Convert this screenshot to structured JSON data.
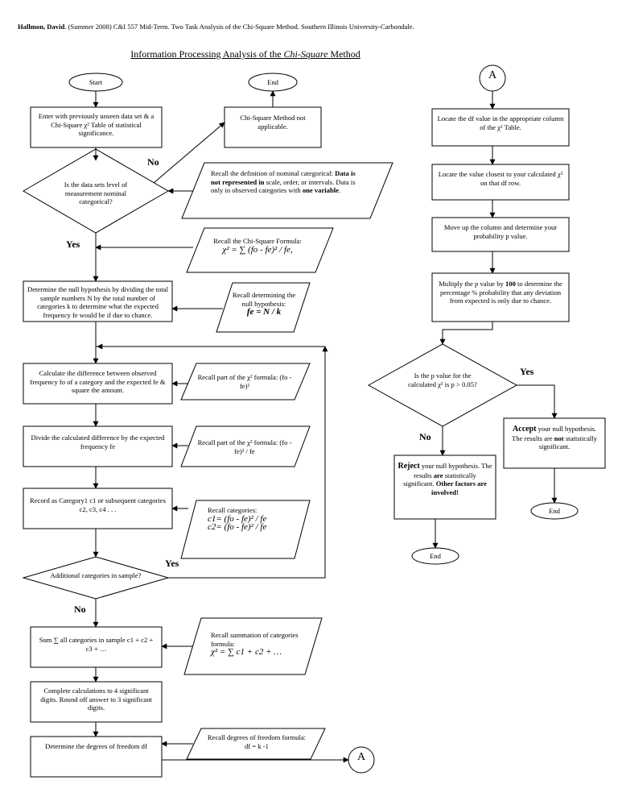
{
  "header": {
    "author": "Hallmon, David",
    "citation": "(Summer 2008) C&I 557 Mid-Term. Two Task Analysis of the Chi-Square Method. Southern Illinois University-Carbondale."
  },
  "title": {
    "prefix": "Information Processing Analysis of the ",
    "italic": "Chi-Square",
    "suffix": " Method"
  },
  "connectors": {
    "a_top": "A",
    "a_bottom": "A"
  },
  "terminals": {
    "start": "Start",
    "end_top": "End",
    "end_reject": "End",
    "end_accept": "End"
  },
  "labels": {
    "no_1": "No",
    "yes_1": "Yes",
    "yes_2": "Yes",
    "no_2": "No",
    "yes_3": "Yes",
    "no_3": "No"
  },
  "left": {
    "enter": "Enter with previously unseen data set & a Chi-Square χ² Table of statistical significance.",
    "not_applicable": "Chi-Square Method not applicable.",
    "decision_nominal": "Is the data sets level of measurement nominal categorical?",
    "recall_nominal_a": "Recall the definition of nominal categorical: ",
    "recall_nominal_b": "Data is not represented in",
    "recall_nominal_c": " scale, order, or intervals. Data is only in observed categories with ",
    "recall_nominal_d": "one variable",
    "recall_nominal_e": ".",
    "recall_formula": "Recall the Chi-Square Formula:",
    "recall_formula_math": "χ² = ∑ (fo - fe)² / fe,",
    "null_hyp": "Determine the null hypothesis by dividing the total sample numbers N by the total number of categories k to determine what the expected frequency fe would be if due to chance.",
    "recall_null": "Recall determining the null hypothesis:",
    "recall_null_math": "fe = N / k",
    "calc_diff": "Calculate the difference between observed frequency fo of a category and the expected fe & square the amount.",
    "recall_part1": "Recall part of the χ² formula: (fo - fe)²",
    "divide": "Divide the calculated difference by the expected frequency fe",
    "recall_part2": "Recall part of the χ² formula: (fo - fe)² / fe",
    "record": "Record as Category1 c1 or subsequent categories c2, c3, c4 . . .",
    "recall_categories": "Recall categories:",
    "recall_c1": "c1= (fo - fe)² / fe",
    "recall_c2": "c2= (fo - fe)² / fe",
    "decision_more": "Additional categories in sample?",
    "sum": "Sum ∑ all categories in sample c1 + c2 + c3 + …",
    "recall_sum": "Recall summation of categories formula:",
    "recall_sum_math": "χ² = ∑ c1 + c2 + …",
    "complete": "Complete calculations to 4 significant digits. Round off answer to 3 significant digits.",
    "dof": "Determine the degrees of freedom df",
    "recall_dof": "Recall degrees of freedom formula: df = k -1"
  },
  "right": {
    "locate_df": "Locate the df value in the appropriate column of the χ² Table.",
    "locate_closest": "Locate the value closest to your calculated χ² on that df row.",
    "move_up": "Move up the column and determine your probability p value.",
    "multiply_a": "Multiply the p value by ",
    "multiply_b": "100",
    "multiply_c": " to determine the percentage % probability that any deviation from expected is only due to chance.",
    "decision_p": "Is the p value for the calculated χ² is p > 0.05?",
    "accept_a": "Accept",
    "accept_b": " your null hypothesis. The results are ",
    "accept_c": "not",
    "accept_d": " statistically significant.",
    "reject_a": "Reject",
    "reject_b": " your null hypothesis. The results ",
    "reject_c": "are",
    "reject_d": " statistically significant. ",
    "reject_e": "Other factors are involved!"
  }
}
